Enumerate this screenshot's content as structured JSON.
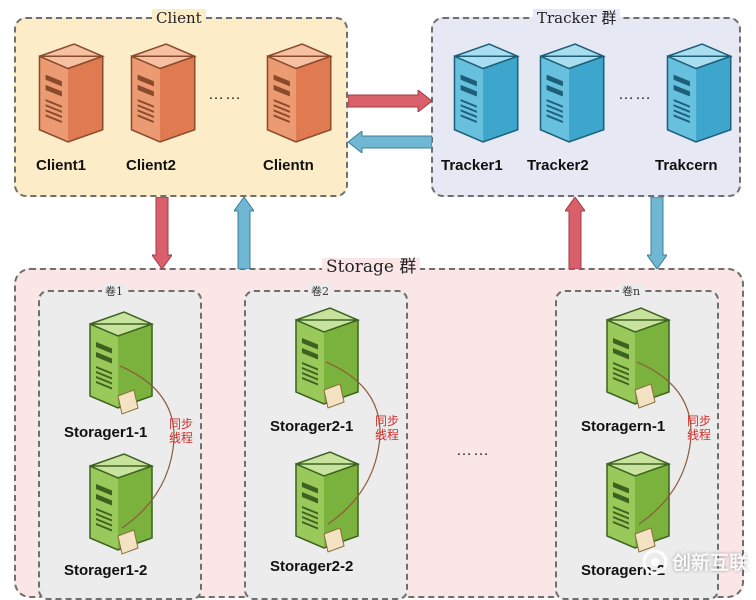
{
  "groups": {
    "client": "Client",
    "tracker": "Tracker 群",
    "storage": "Storage 群"
  },
  "clients": [
    "Client1",
    "Client2",
    "Clientn"
  ],
  "trackers": [
    "Tracker1",
    "Tracker2",
    "Trakcern"
  ],
  "volumes": [
    {
      "title": "卷1",
      "servers": [
        "Storager1-1",
        "Storager1-2"
      ]
    },
    {
      "title": "卷2",
      "servers": [
        "Storager2-1",
        "Storager2-2"
      ]
    },
    {
      "title": "卷n",
      "servers": [
        "Storagern-1",
        "Storagern-2"
      ]
    }
  ],
  "sync_label": [
    "同步",
    "线程"
  ],
  "ellipsis": "……",
  "watermark": "创新互联",
  "colors": {
    "client_bg": "#fdecc8",
    "tracker_bg": "#e6e8f3",
    "storage_bg": "#fae6e6",
    "volume_bg": "#ececec",
    "client_server": "#e8926a",
    "tracker_server": "#5cb8d8",
    "storage_server": "#8bc34a",
    "arrow_red": "#d9606a",
    "arrow_blue": "#6fb7d3",
    "sync_text": "#d32f2f"
  },
  "icons": [
    "server-icon",
    "file-icon",
    "arrow-icon",
    "watermark-logo-icon"
  ]
}
